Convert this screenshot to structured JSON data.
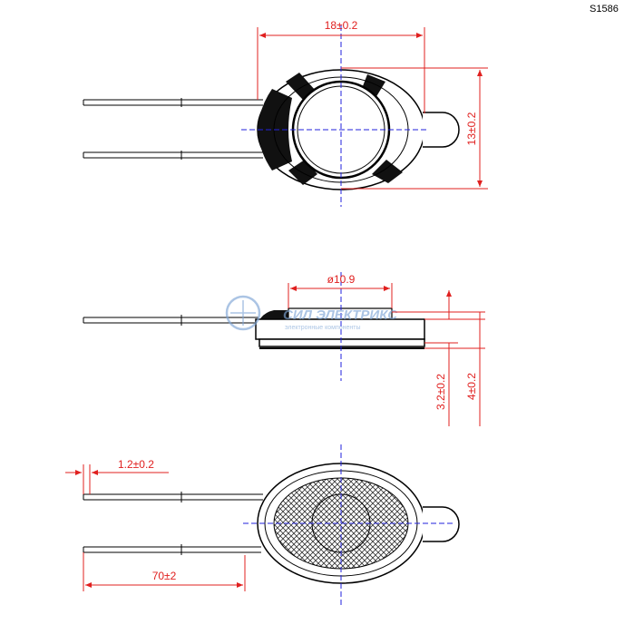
{
  "part_code": "S1586",
  "watermark": {
    "brand": "СИЛ ЭЛЕКТРИКС",
    "tagline": "электронные компоненты"
  },
  "dimensions": {
    "width": "18±0.2",
    "height": "13±0.2",
    "diameter": "ø10.9",
    "thickness_body": "3.2±0.2",
    "thickness_total": "4±0.2",
    "lead_strip": "1.2±0.2",
    "lead_length": "70±2"
  },
  "colors": {
    "dimension": "#e0201f",
    "centerline": "#2222dd",
    "outline": "#000000",
    "watermark": "#7fa6d6"
  }
}
